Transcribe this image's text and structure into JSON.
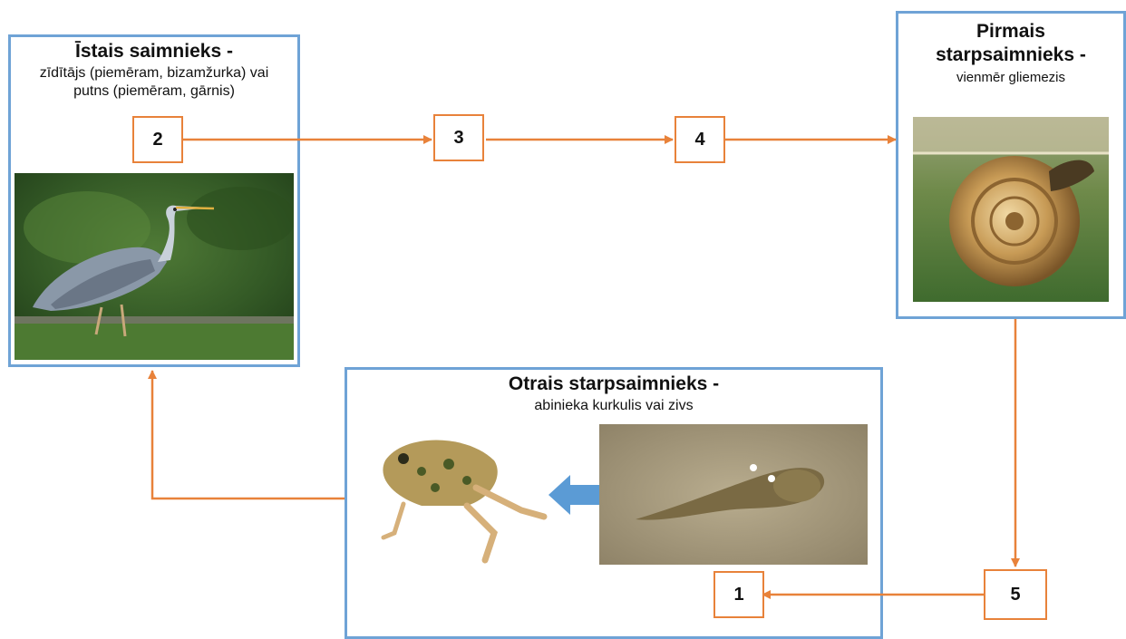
{
  "hosts": {
    "definitive": {
      "title": "Īstais saimnieks -",
      "subtitle_line1": "zīdītājs (piemēram, bizamžurka) vai",
      "subtitle_line2": "putns (piemēram, gārnis)"
    },
    "first_intermediate": {
      "title_line1": "Pirmais",
      "title_line2": "starpsaimnieks -",
      "subtitle": "vienmēr gliemezis"
    },
    "second_intermediate": {
      "title": "Otrais starpsaimnieks -",
      "subtitle": "abinieka kurkulis vai zivs"
    }
  },
  "stages": [
    "2",
    "3",
    "4",
    "5",
    "1"
  ],
  "colors": {
    "box_border": "#6fa3d6",
    "arrow": "#e8823a",
    "transform_arrow": "#5b9bd5"
  },
  "images": [
    "heron-photo",
    "snail-photo",
    "frog-photo",
    "tadpole-photo"
  ]
}
